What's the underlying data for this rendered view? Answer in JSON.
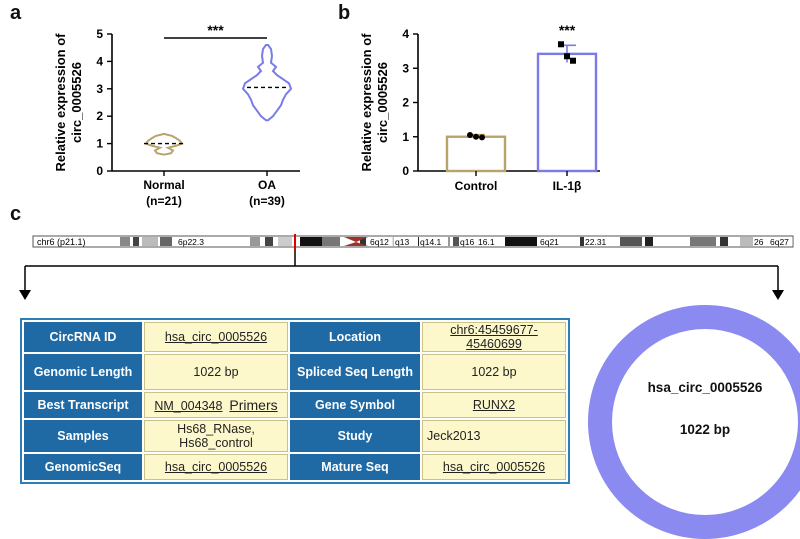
{
  "panels": {
    "a": "a",
    "b": "b",
    "c": "c"
  },
  "chart_data": [
    {
      "type": "violin",
      "panel": "a",
      "categories": [
        "Normal\n(n=21)",
        "OA\n(n=39)"
      ],
      "category_lines": [
        [
          "Normal",
          "(n=21)"
        ],
        [
          "OA",
          "(n=39)"
        ]
      ],
      "ylabel_lines": [
        "Relative expression of",
        "circ_0005526"
      ],
      "ylim": [
        0,
        5
      ],
      "yticks": [
        "0",
        "1",
        "2",
        "3",
        "4",
        "5"
      ],
      "medians": [
        1.0,
        3.05
      ],
      "ranges": [
        [
          0.6,
          1.35
        ],
        [
          1.85,
          4.6
        ]
      ],
      "colors": [
        "#b8a36a",
        "#7a7be8"
      ],
      "significance": "***"
    },
    {
      "type": "bar",
      "panel": "b",
      "categories": [
        "Control",
        "IL-1β"
      ],
      "values": [
        1.0,
        3.42
      ],
      "errors": [
        0.06,
        0.25
      ],
      "points": [
        [
          1.05,
          1.0,
          0.98
        ],
        [
          3.7,
          3.35,
          3.22
        ]
      ],
      "ylabel_lines": [
        "Relative expression of",
        "circ_0005526"
      ],
      "ylim": [
        0,
        4
      ],
      "yticks": [
        "0",
        "1",
        "2",
        "3",
        "4"
      ],
      "colors": [
        "#b8a36a",
        "#7a7be8"
      ],
      "significance": "***"
    }
  ],
  "chromosome": {
    "label": "chr6 (p21.1)",
    "bands": [
      "6p22.3",
      "6q12",
      "q13",
      "q14.1",
      "q16",
      "16.1",
      "6q21",
      "22.31",
      "26",
      "6q27"
    ]
  },
  "info_table": {
    "rows": [
      {
        "k1": "CircRNA ID",
        "v1": "hsa_circ_0005526",
        "k2": "Location",
        "v2": "chr6:45459677-45460699"
      },
      {
        "k1": "Genomic Length",
        "v1": "1022 bp",
        "k2": "Spliced Seq Length",
        "v2": "1022 bp"
      },
      {
        "k1": "Best Transcript",
        "v1": "NM_004348",
        "v1b": "Primers",
        "k2": "Gene Symbol",
        "v2": "RUNX2"
      },
      {
        "k1": "Samples",
        "v1": "Hs68_RNase, Hs68_control",
        "k2": "Study",
        "v2": "Jeck2013"
      },
      {
        "k1": "GenomicSeq",
        "v1": "hsa_circ_0005526",
        "k2": "Mature Seq",
        "v2": "hsa_circ_0005526"
      }
    ]
  },
  "circle": {
    "id": "hsa_circ_0005526",
    "length": "1022 bp",
    "color": "#8a8af0"
  }
}
